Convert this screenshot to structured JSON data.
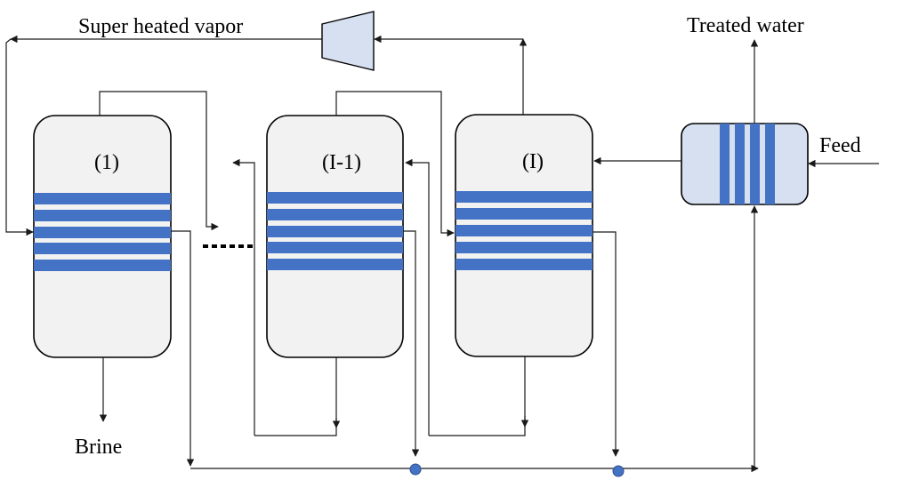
{
  "diagram": {
    "labels": {
      "vapor": "Super heated vapor",
      "treated": "Treated water",
      "feed": "Feed",
      "brine": "Brine"
    },
    "vessels": [
      {
        "label": "(1)"
      },
      {
        "label": "(I-1)"
      },
      {
        "label": "(I)"
      }
    ],
    "colors": {
      "tube": "#4472c4",
      "vessel_fill": "#f2f2f2",
      "exchanger_fill": "#d6e0f1",
      "line": "#1a1a1a"
    }
  }
}
